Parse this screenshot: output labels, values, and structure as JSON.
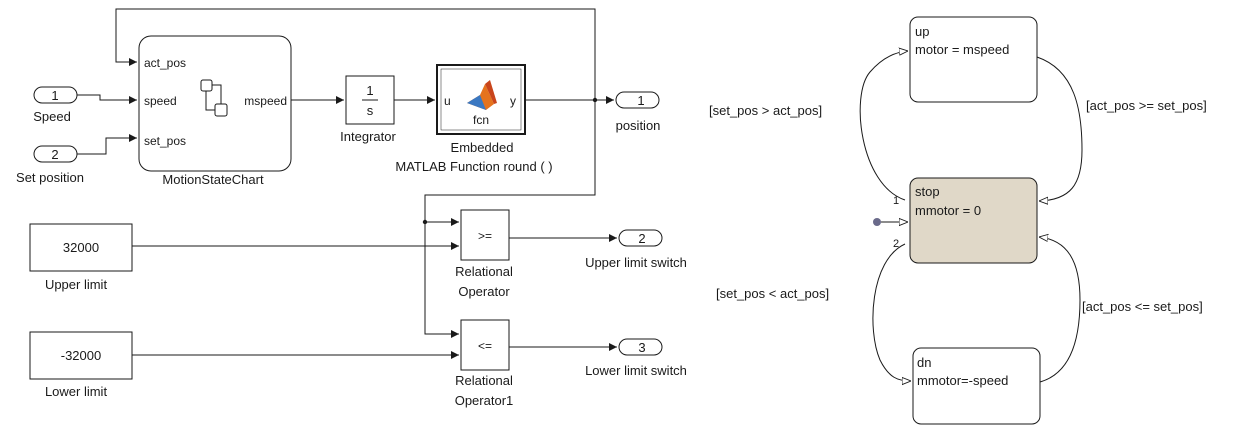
{
  "model": {
    "inports": [
      {
        "number": "1",
        "label": "Speed"
      },
      {
        "number": "2",
        "label": "Set position"
      }
    ],
    "chart": {
      "name": "MotionStateChart",
      "inputs": [
        "act_pos",
        "speed",
        "set_pos"
      ],
      "output": "mspeed"
    },
    "integrator": {
      "numerator": "1",
      "denominator": "s",
      "name": "Integrator"
    },
    "embedded": {
      "text": "fcn",
      "in_port": "u",
      "out_port": "y",
      "name_line1": "Embedded",
      "name_line2": "MATLAB Function round ( )"
    },
    "outports": [
      {
        "number": "1",
        "label": "position"
      },
      {
        "number": "2",
        "label": "Upper limit switch"
      },
      {
        "number": "3",
        "label": "Lower limit switch"
      }
    ],
    "constants": [
      {
        "value": "32000",
        "label": "Upper limit"
      },
      {
        "value": "-32000",
        "label": "Lower limit"
      }
    ],
    "relational": [
      {
        "op": ">=",
        "label_line1": "Relational",
        "label_line2": "Operator"
      },
      {
        "op": "<=",
        "label_line1": "Relational",
        "label_line2": "Operator1"
      }
    ]
  },
  "stateflow": {
    "states": {
      "up": {
        "name": "up",
        "action": "motor = mspeed"
      },
      "stop": {
        "name": "stop",
        "action": "mmotor =  0"
      },
      "dn": {
        "name": "dn",
        "action": "mmotor=-speed"
      }
    },
    "transitions": {
      "stop_to_up": "[set_pos > act_pos]",
      "up_to_stop": "[act_pos >= set_pos]",
      "stop_to_dn": "[set_pos < act_pos]",
      "dn_to_stop": "[act_pos <= set_pos]"
    },
    "priorities": [
      "1",
      "2"
    ],
    "colors": {
      "active_state": "#e0d8c8",
      "default_dot": "#6a6a8a",
      "priority_label": "#c07a20"
    }
  }
}
